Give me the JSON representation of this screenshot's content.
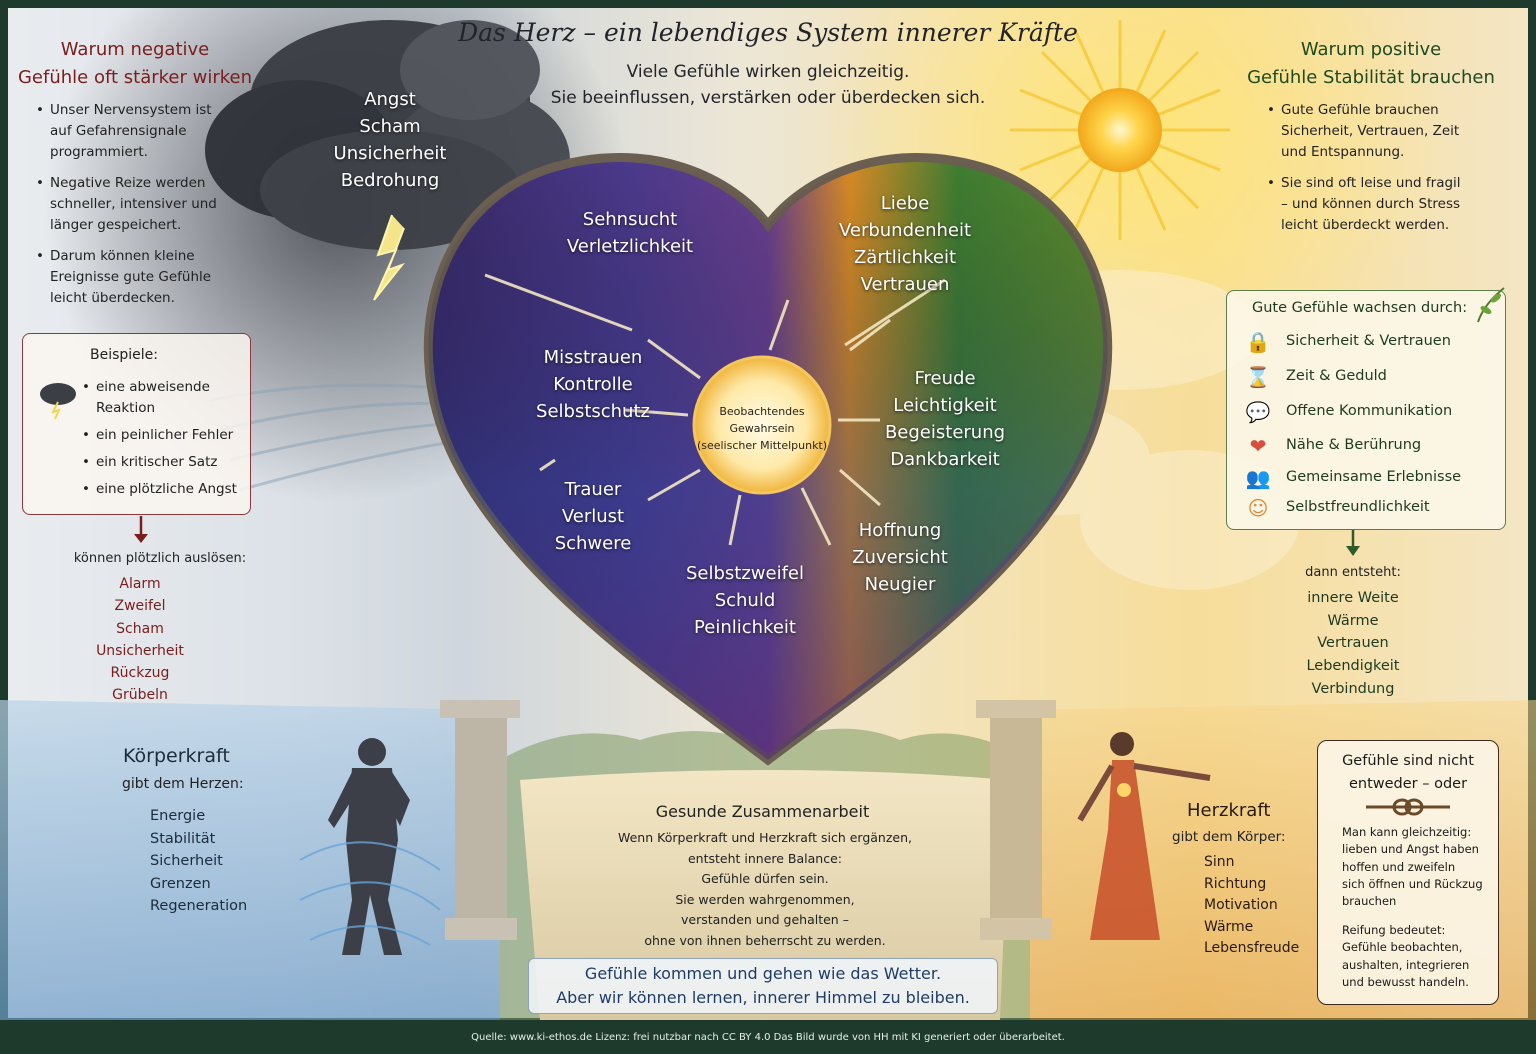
{
  "title": "Das Herz – ein lebendiges System innerer Kräfte",
  "subtitle_line1": "Viele Gefühle wirken gleichzeitig.",
  "subtitle_line2": "Sie beeinflussen, verstärken oder überdecken sich.",
  "left_panel": {
    "heading_line1": "Warum negative",
    "heading_line2": "Gefühle oft stärker wirken",
    "bullets": [
      "Unser Nervensystem ist auf Gefahrensignale programmiert.",
      "Negative Reize werden schneller, intensiver und länger gespeichert.",
      "Darum können kleine Ereignisse gute Gefühle leicht überdecken."
    ],
    "examples_title": "Beispiele:",
    "examples": [
      "eine abweisende Reaktion",
      "ein peinlicher Fehler",
      "ein kritischer Satz",
      "eine plötzliche Angst"
    ],
    "trigger_text": "können plötzlich auslösen:",
    "triggers": [
      "Alarm",
      "Zweifel",
      "Scham",
      "Unsicherheit",
      "Rückzug",
      "Grübeln"
    ]
  },
  "right_panel": {
    "heading_line1": "Warum positive",
    "heading_line2": "Gefühle Stabilität brauchen",
    "bullets": [
      "Gute Gefühle brauchen Sicherheit, Vertrauen, Zeit und Entspannung.",
      "Sie sind oft leise und fragil – und können durch Stress leicht überdeckt werden."
    ],
    "grow_title": "Gute Gefühle wachsen durch:",
    "grow_items": [
      {
        "icon": "lock-icon",
        "label": "Sicherheit & Vertrauen"
      },
      {
        "icon": "hourglass-icon",
        "label": "Zeit & Geduld"
      },
      {
        "icon": "speech-bubbles-icon",
        "label": "Offene Kommunikation"
      },
      {
        "icon": "heart-hands-icon",
        "label": "Nähe & Berührung"
      },
      {
        "icon": "people-icon",
        "label": "Gemeinsame Erlebnisse"
      },
      {
        "icon": "self-hug-icon",
        "label": "Selbstfreundlichkeit"
      }
    ],
    "result_text": "dann entsteht:",
    "results": [
      "innere Weite",
      "Wärme",
      "Vertrauen",
      "Lebendigkeit",
      "Verbindung"
    ]
  },
  "heart": {
    "cloud_words": [
      "Angst",
      "Scham",
      "Unsicherheit",
      "Bedrohung"
    ],
    "top_left": [
      "Sehnsucht",
      "Verletzlichkeit"
    ],
    "top_right": [
      "Liebe",
      "Verbundenheit",
      "Zärtlichkeit",
      "Vertrauen"
    ],
    "mid_left": [
      "Misstrauen",
      "Kontrolle",
      "Selbstschutz"
    ],
    "mid_right": [
      "Freude",
      "Leichtigkeit",
      "Begeisterung",
      "Dankbarkeit"
    ],
    "low_left": [
      "Trauer",
      "Verlust",
      "Schwere"
    ],
    "low_right": [
      "Hoffnung",
      "Zuversicht",
      "Neugier"
    ],
    "bottom": [
      "Selbstzweifel",
      "Schuld",
      "Peinlichkeit"
    ],
    "center": [
      "Beobachtendes",
      "Gewahrsein",
      "(seelischer Mittelpunkt)"
    ]
  },
  "body_strength": {
    "title": "Körperkraft",
    "subtitle": "gibt dem Herzen:",
    "items": [
      "Energie",
      "Stabilität",
      "Sicherheit",
      "Grenzen",
      "Regeneration"
    ]
  },
  "cooperation": {
    "title": "Gesunde Zusammenarbeit",
    "lines": [
      "Wenn Körperkraft und Herzkraft sich ergänzen,",
      "entsteht innere Balance:",
      "Gefühle dürfen sein.",
      "Sie werden wahrgenommen,",
      "verstanden und gehalten –",
      "ohne von ihnen beherrscht zu werden."
    ]
  },
  "heart_strength": {
    "title": "Herzkraft",
    "subtitle": "gibt dem Körper:",
    "items": [
      "Sinn",
      "Richtung",
      "Motivation",
      "Wärme",
      "Lebensfreude"
    ]
  },
  "either_or": {
    "title_line1": "Gefühle sind nicht",
    "title_line2": "entweder – oder",
    "lines": [
      "Man kann gleichzeitig:",
      "lieben und Angst haben",
      "hoffen und zweifeln",
      "sich öffnen und Rückzug",
      "brauchen"
    ],
    "maturity": [
      "Reifung bedeutet:",
      "Gefühle beobachten,",
      "aushalten, integrieren",
      "und bewusst handeln."
    ]
  },
  "banner": {
    "line1": "Gefühle kommen und gehen wie das Wetter.",
    "line2": "Aber wir können lernen, innerer Himmel zu bleiben."
  },
  "footer": "Quelle: www.ki-ethos.de Lizenz: frei nutzbar nach CC BY 4.0 Das Bild wurde von HH mit KI generiert oder überarbeitet.",
  "colors": {
    "negative_heading": "#7a1d1d",
    "positive_heading": "#1e4a22",
    "footer_bg": "#1d3a2c"
  }
}
